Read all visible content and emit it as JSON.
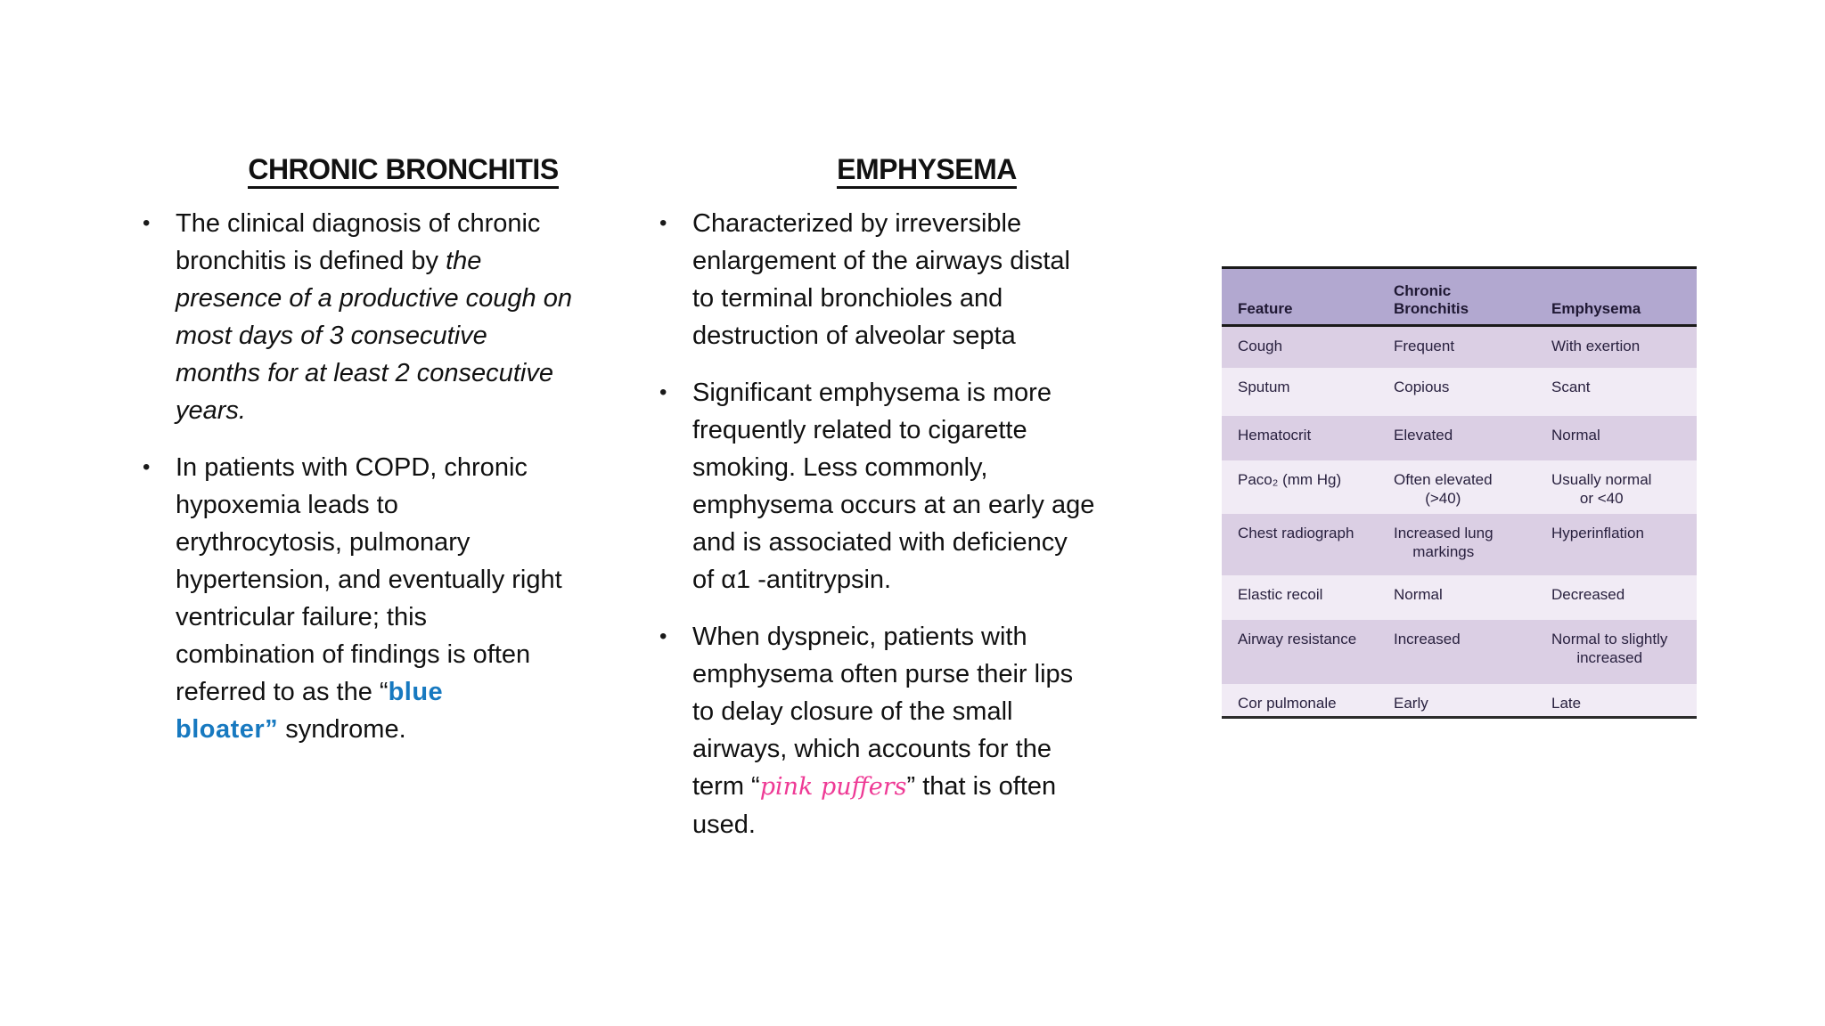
{
  "slide": {
    "background": "#ffffff"
  },
  "glyphs": {
    "bullet": "•"
  },
  "colors": {
    "body_text": "#111111",
    "heading_underline": "#111111",
    "blue_bloater_text": "#1779c0",
    "pink_puffers_text": "#ee3a95",
    "table_header_bg": "#b2a8d0",
    "table_row_dark": "#dbcfe4",
    "table_row_light": "#f1ebf5",
    "table_border": "#1a1a1a"
  },
  "columns": [
    {
      "name": "chronic-bronchitis",
      "heading": "CHRONIC BRONCHITIS",
      "bullets": [
        {
          "lines": [
            [
              {
                "t": "The clinical diagnosis of chronic"
              }
            ],
            [
              {
                "t": "bronchitis is defined by "
              },
              {
                "t": "the",
                "s": "italic"
              }
            ],
            [
              {
                "t": "presence of a productive cough on",
                "s": "italic"
              }
            ],
            [
              {
                "t": "most days of 3 consecutive",
                "s": "italic"
              }
            ],
            [
              {
                "t": "months for at least 2 consecutive",
                "s": "italic"
              }
            ],
            [
              {
                "t": "years.",
                "s": "italic"
              }
            ]
          ]
        },
        {
          "lines": [
            [
              {
                "t": "In patients with COPD, chronic"
              }
            ],
            [
              {
                "t": "hypoxemia leads to"
              }
            ],
            [
              {
                "t": "erythrocytosis, pulmonary"
              }
            ],
            [
              {
                "t": "hypertension, and eventually right"
              }
            ],
            [
              {
                "t": "ventricular failure; this"
              }
            ],
            [
              {
                "t": "combination of findings is often"
              }
            ],
            [
              {
                "t": "referred to as the “"
              },
              {
                "t": "blue",
                "s": "blue"
              }
            ],
            [
              {
                "t": "bloater”",
                "s": "blue"
              },
              {
                "t": " syndrome."
              }
            ]
          ]
        }
      ]
    },
    {
      "name": "emphysema",
      "heading": "EMPHYSEMA",
      "bullets": [
        {
          "lines": [
            [
              {
                "t": "Characterized by irreversible"
              }
            ],
            [
              {
                "t": "enlargement of the airways distal"
              }
            ],
            [
              {
                "t": "to terminal bronchioles and"
              }
            ],
            [
              {
                "t": "destruction of alveolar septa"
              }
            ]
          ]
        },
        {
          "lines": [
            [
              {
                "t": "Significant emphysema is more"
              }
            ],
            [
              {
                "t": "frequently related to cigarette"
              }
            ],
            [
              {
                "t": "smoking. Less commonly,"
              }
            ],
            [
              {
                "t": "emphysema occurs at an early age"
              }
            ],
            [
              {
                "t": "and is associated with deficiency"
              }
            ],
            [
              {
                "t": "of α1 -antitrypsin."
              }
            ]
          ]
        },
        {
          "lines": [
            [
              {
                "t": "When dyspneic, patients with"
              }
            ],
            [
              {
                "t": "emphysema often purse their lips"
              }
            ],
            [
              {
                "t": "to delay closure of the small"
              }
            ],
            [
              {
                "t": "airways, which accounts for the"
              }
            ],
            [
              {
                "t": "term “"
              },
              {
                "t": "pink puffers",
                "s": "pink"
              },
              {
                "t": "” that is often"
              }
            ],
            [
              {
                "t": "used."
              }
            ]
          ]
        }
      ]
    }
  ],
  "table": {
    "headers": [
      "Feature",
      "Chronic\nBronchitis",
      "Emphysema"
    ],
    "rows": [
      {
        "feature": "Cough",
        "chronic_bronchitis": "Frequent",
        "emphysema": "With exertion"
      },
      {
        "feature": "Sputum",
        "chronic_bronchitis": "Copious",
        "emphysema": "Scant"
      },
      {
        "feature": "Hematocrit",
        "chronic_bronchitis": "Elevated",
        "emphysema": "Normal"
      },
      {
        "feature": "Paco₂ (mm Hg)",
        "chronic_bronchitis": "Often elevated\n(>40)",
        "emphysema": "Usually normal\nor <40"
      },
      {
        "feature": "Chest radiograph",
        "chronic_bronchitis": "Increased lung\nmarkings",
        "emphysema": "Hyperinflation"
      },
      {
        "feature": "Elastic recoil",
        "chronic_bronchitis": "Normal",
        "emphysema": "Decreased"
      },
      {
        "feature": "Airway resistance",
        "chronic_bronchitis": "Increased",
        "emphysema": "Normal to slightly\nincreased"
      },
      {
        "feature": "Cor pulmonale",
        "chronic_bronchitis": "Early",
        "emphysema": "Late"
      }
    ]
  }
}
